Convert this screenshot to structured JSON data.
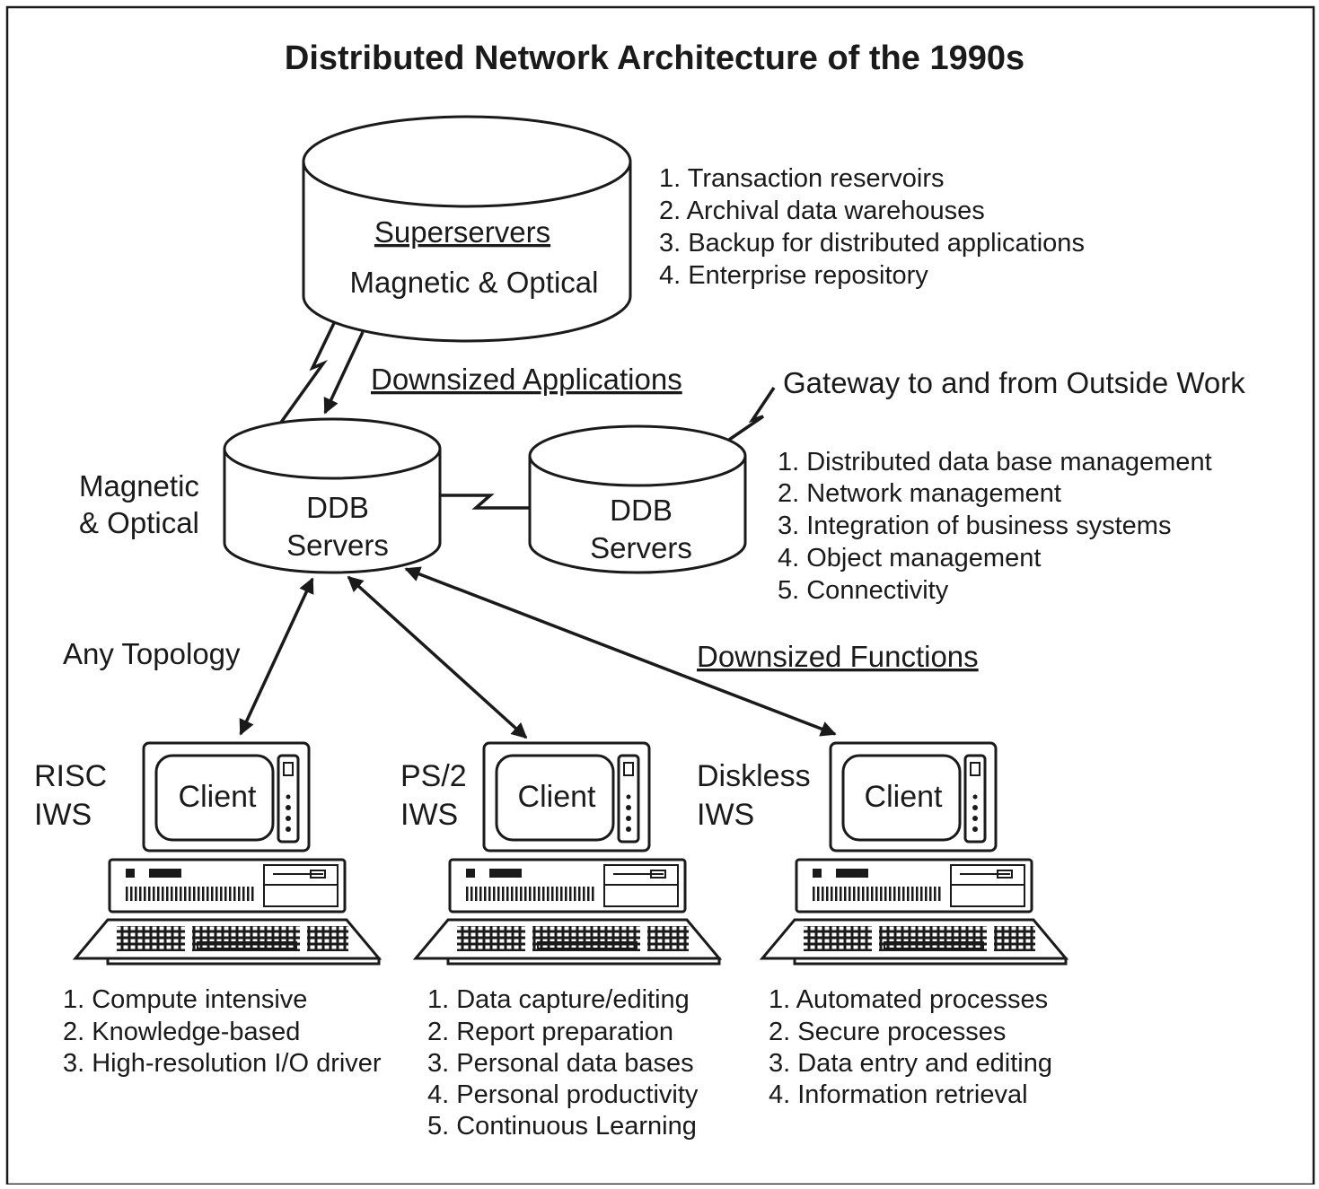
{
  "title": "Distributed Network Architecture of the 1990s",
  "superservers": {
    "heading": "Superservers",
    "subheading": "Magnetic & Optical",
    "items": [
      "1.  Transaction reservoirs",
      "2.  Archival data warehouses",
      "3.  Backup for distributed applications",
      "4.  Enterprise repository"
    ]
  },
  "downsized_applications": "Downsized Applications",
  "gateway": "Gateway to and from Outside Work",
  "ddb_left": {
    "line1": "DDB",
    "line2": "Servers",
    "side_line1": "Magnetic",
    "side_line2": "& Optical"
  },
  "ddb_right": {
    "line1": "DDB",
    "line2": "Servers"
  },
  "ddb_items": [
    "1.  Distributed data base management",
    "2.  Network management",
    "3.  Integration of business systems",
    "4.  Object management",
    "5.  Connectivity"
  ],
  "any_topology": "Any Topology",
  "downsized_functions": "Downsized Functions",
  "clients": [
    {
      "screen": "Client",
      "type_line1": "RISC",
      "type_line2": "IWS",
      "items": [
        "1.  Compute intensive",
        "2.  Knowledge-based",
        "3.  High-resolution I/O driver"
      ]
    },
    {
      "screen": "Client",
      "type_line1": "PS/2",
      "type_line2": "IWS",
      "items": [
        "1.  Data capture/editing",
        "2.  Report preparation",
        "3.  Personal data bases",
        "4.  Personal productivity",
        "5.  Continuous Learning"
      ]
    },
    {
      "screen": "Client",
      "type_line1": "Diskless",
      "type_line2": "IWS",
      "items": [
        "1.  Automated processes",
        "2.  Secure processes",
        "3.  Data entry and editing",
        "4.  Information retrieval"
      ]
    }
  ]
}
